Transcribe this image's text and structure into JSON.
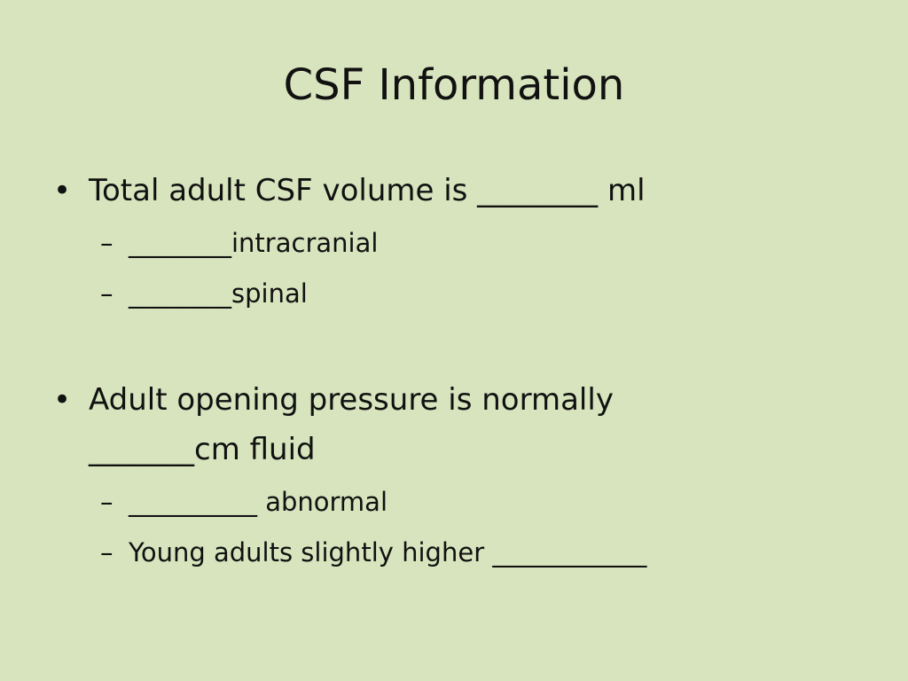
{
  "slide": {
    "title": "CSF Information",
    "bullets": [
      {
        "lines": [
          "Total adult CSF volume is ________ ml"
        ],
        "sub": [
          "________intracranial",
          "________spinal"
        ]
      },
      {
        "lines": [
          "Adult opening pressure is normally",
          "_______cm fluid"
        ],
        "sub": [
          "__________ abnormal",
          "Young adults slightly higher ____________"
        ]
      }
    ],
    "bullet_symbol": "•",
    "dash_symbol": "–"
  },
  "colors": {
    "background": "#d7e4bd",
    "text": "#111111"
  }
}
